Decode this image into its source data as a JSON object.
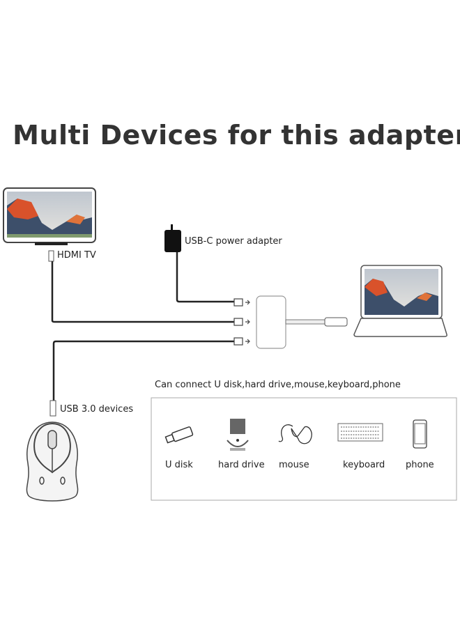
{
  "title": "Multi Devices for this adapter",
  "labels": {
    "hdmi": "HDMI TV",
    "power": "USB-C power adapter",
    "usb": "USB 3.0 devices",
    "connect": "Can connect U disk,hard drive,mouse,keyboard,phone"
  },
  "devices": [
    {
      "label": "U disk",
      "icon": "usb-flash-drive-icon"
    },
    {
      "label": "hard drive",
      "icon": "hard-drive-icon"
    },
    {
      "label": "mouse",
      "icon": "mouse-icon"
    },
    {
      "label": "keyboard",
      "icon": "keyboard-icon"
    },
    {
      "label": "phone",
      "icon": "phone-icon"
    }
  ],
  "colors": {
    "cable": "#222222",
    "sky": "#c9cfd6",
    "mountain_red": "#d9522b",
    "mountain_blue": "#3d4f6a"
  }
}
